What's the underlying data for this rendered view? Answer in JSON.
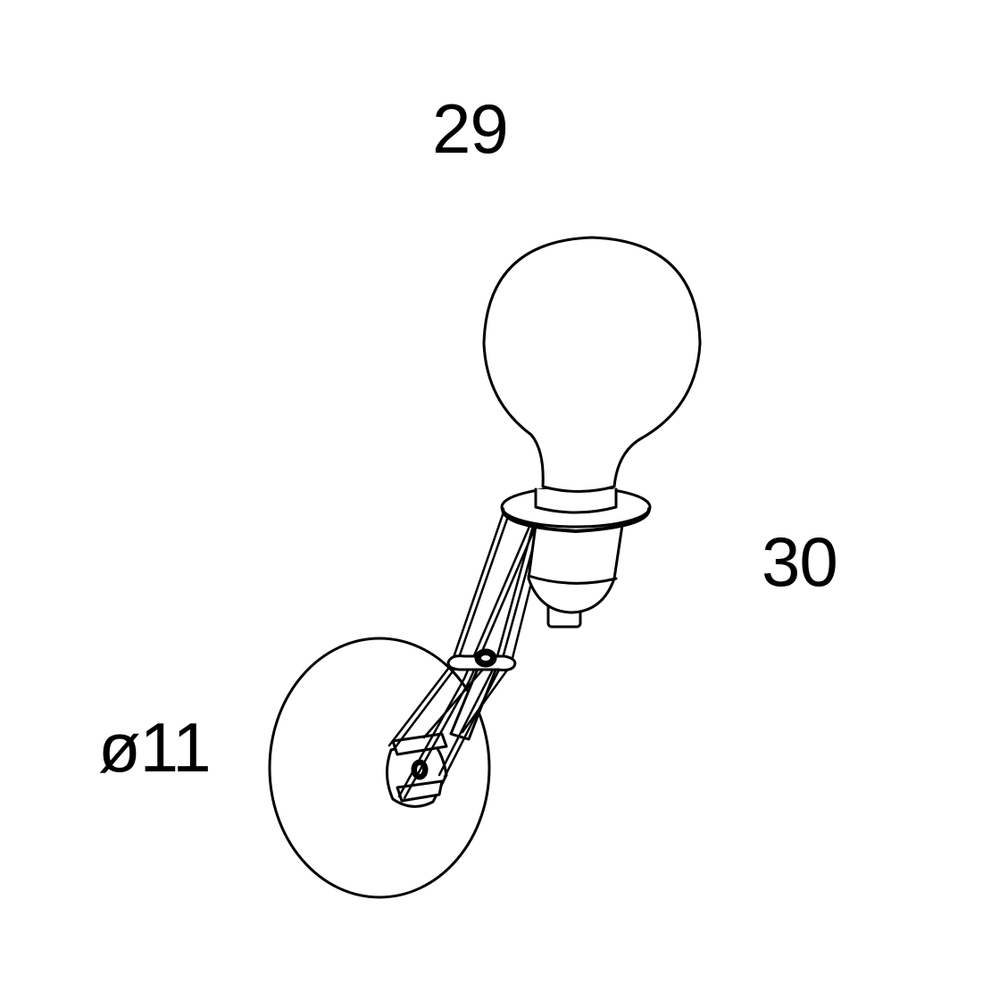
{
  "drawing": {
    "subject": "wall lamp with bare globe bulb",
    "line_color": "#000000",
    "background": "#ffffff"
  },
  "dimensions": {
    "width": "29",
    "height": "30",
    "base_diameter": "ø11"
  }
}
